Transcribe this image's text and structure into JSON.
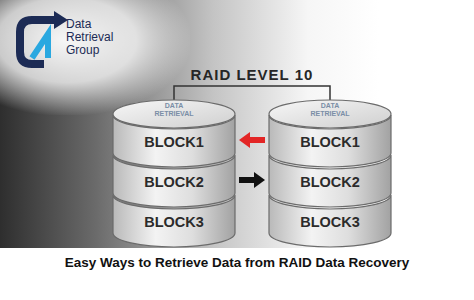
{
  "diagram": {
    "title": "Easy Ways to Retrieve Data from RAID Data Recovery",
    "nodes": [
      {
        "text": [
          "DATA RETRIEVAL"
        ]
      },
      {
        "text": [
          "BLOCK1"
        ],
        "in": 0
      },
      {
        "text": [
          "BLOCK2"
        ],
        "in": 0
      },
      {
        "text": [
          "BLOCK3"
        ],
        "in": 0
      },
      {
        "text": [
          "DATA RETRIEVAL"
        ]
      },
      {
        "text": [
          "BLOCK1"
        ],
        "in": 4
      },
      {
        "text": [
          "BLOCK2"
        ],
        "in": 4
      },
      {
        "text": [
          "BLOCK3"
        ],
        "in": 4
      }
    ],
    "edges": [
      {
        "from": 0,
        "to": 4,
        "arrow": "none",
        "label": "RAID LEVEL 10"
      },
      {
        "from": 5,
        "to": 1,
        "arrow": "to"
      },
      {
        "from": 2,
        "to": 6,
        "arrow": "to"
      }
    ],
    "labels": [
      "Data Retrieval Group"
    ]
  }
}
